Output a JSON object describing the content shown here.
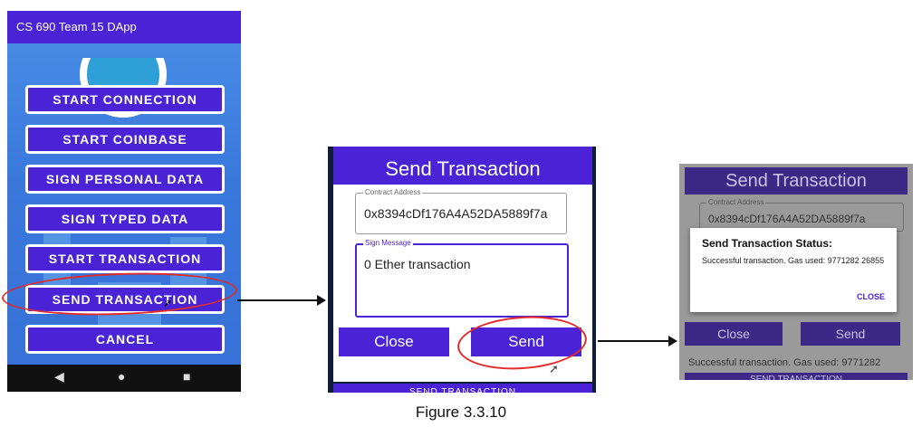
{
  "phone": {
    "app_title": "CS 690 Team 15 DApp",
    "buttons": [
      "START CONNECTION",
      "START COINBASE",
      "SIGN PERSONAL DATA",
      "SIGN TYPED DATA",
      "START TRANSACTION",
      "SEND TRANSACTION",
      "CANCEL"
    ],
    "nav": {
      "back": "◀",
      "home": "●",
      "recent": "■"
    }
  },
  "dialog": {
    "title": "Send Transaction",
    "contract_label": "Contract Address",
    "contract_value": "0x8394cDf176A4A52DA5889f7a",
    "message_label": "Sign Message",
    "message_value": "0 Ether transaction",
    "close_label": "Close",
    "send_label": "Send",
    "bottom_text": "SEND TRANSACTION"
  },
  "result": {
    "bg_title": "Send Transaction",
    "contract_label": "Contract Address",
    "contract_value": "0x8394cDf176A4A52DA5889f7a",
    "status_title": "Send Transaction Status:",
    "status_message": "Successful transaction. Gas used: 9771282 26855",
    "status_close": "CLOSE",
    "close_label": "Close",
    "send_label": "Send",
    "footer_text": "Successful transaction. Gas used: 9771282",
    "bottom_text": "SEND TRANSACTION"
  },
  "caption": "Figure 3.3.10",
  "colors": {
    "accent": "#4a23d6",
    "annotation": "#e32b2b"
  }
}
